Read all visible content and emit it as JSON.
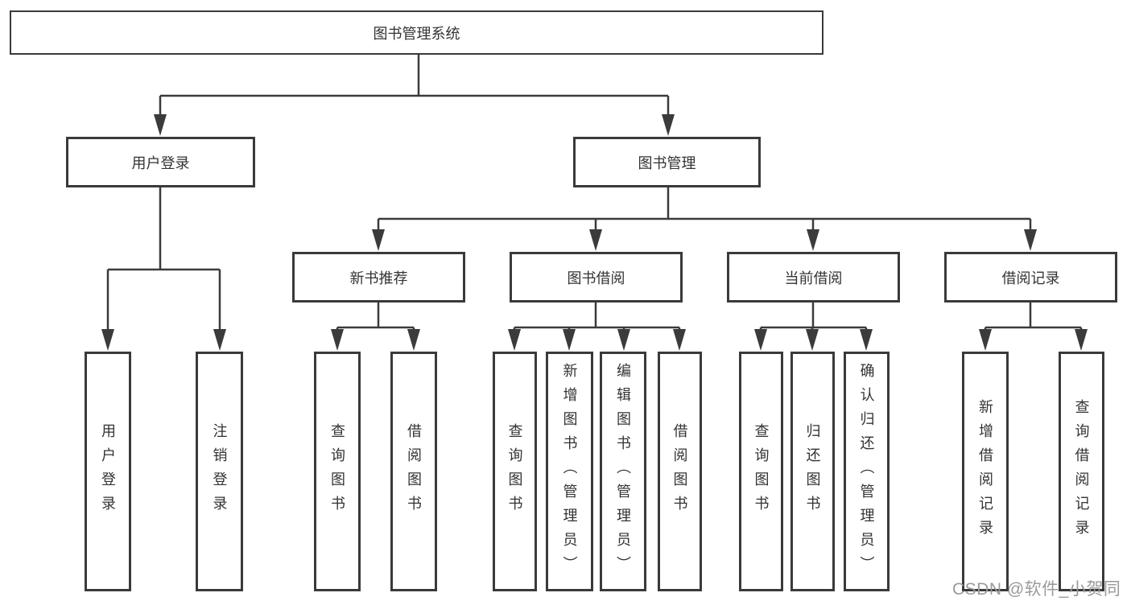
{
  "diagram_title": "图书管理系统",
  "tree": {
    "root": {
      "label": "图书管理系统"
    },
    "children": [
      {
        "label": "用户登录",
        "children": [
          {
            "label": "用户登录"
          },
          {
            "label": "注销登录"
          }
        ]
      },
      {
        "label": "图书管理",
        "children": [
          {
            "label": "新书推荐",
            "children": [
              {
                "label": "查询图书"
              },
              {
                "label": "借阅图书"
              }
            ]
          },
          {
            "label": "图书借阅",
            "children": [
              {
                "label": "查询图书"
              },
              {
                "label": "新增图书（管理员）"
              },
              {
                "label": "编辑图书（管理员）"
              },
              {
                "label": "借阅图书"
              }
            ]
          },
          {
            "label": "当前借阅",
            "children": [
              {
                "label": "查询图书"
              },
              {
                "label": "归还图书"
              },
              {
                "label": "确认归还（管理员）"
              }
            ]
          },
          {
            "label": "借阅记录",
            "children": [
              {
                "label": "新增借阅记录"
              },
              {
                "label": "查询借阅记录"
              }
            ]
          }
        ]
      }
    ]
  },
  "watermark": {
    "text": "CSDN @软件_小贺同学"
  },
  "colors": {
    "line": "#3b3b3b",
    "box_border": "#3a3a3a",
    "text": "#333333",
    "watermark": "#9a9a9a",
    "background": "#ffffff"
  }
}
